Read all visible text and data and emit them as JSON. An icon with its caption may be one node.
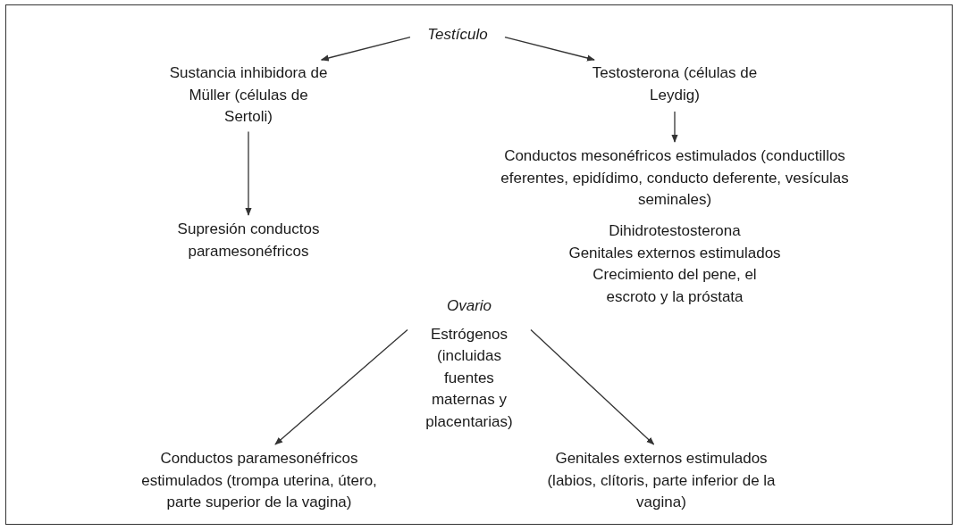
{
  "diagram": {
    "nodes": [
      {
        "text": [
          "Testículo"
        ]
      },
      {
        "text": [
          "Sustancia inhibidora de Müller (células de Sertoli)"
        ]
      },
      {
        "text": [
          "Testosterona (células de Leydig)"
        ]
      },
      {
        "text": [
          "Conductos mesonéfricos estimulados (conductillos eferentes, epidídimo, conducto deferente, vesículas seminales)"
        ]
      },
      {
        "text": [
          "Supresión conductos paramesonéfricos"
        ]
      },
      {
        "text": [
          "Dihidrotestosterona",
          "Genitales externos estimulados",
          "Crecimiento del pene, el escroto y la próstata"
        ]
      },
      {
        "text": [
          "Ovario",
          "Estrógenos (incluidas fuentes maternas y placentarias)"
        ]
      },
      {
        "text": [
          "Conductos paramesonéfricos estimulados (trompa uterina, útero, parte superior de la vagina)"
        ]
      },
      {
        "text": [
          "Genitales externos estimulados (labios, clítoris, parte inferior de la vagina)"
        ]
      }
    ],
    "edges": [
      {
        "from": 0,
        "to": 1,
        "arrow": "to"
      },
      {
        "from": 0,
        "to": 2,
        "arrow": "to"
      },
      {
        "from": 2,
        "to": 3,
        "arrow": "to"
      },
      {
        "from": 1,
        "to": 4,
        "arrow": "to"
      },
      {
        "from": 6,
        "to": 7,
        "arrow": "to"
      },
      {
        "from": 6,
        "to": 8,
        "arrow": "to"
      }
    ]
  }
}
